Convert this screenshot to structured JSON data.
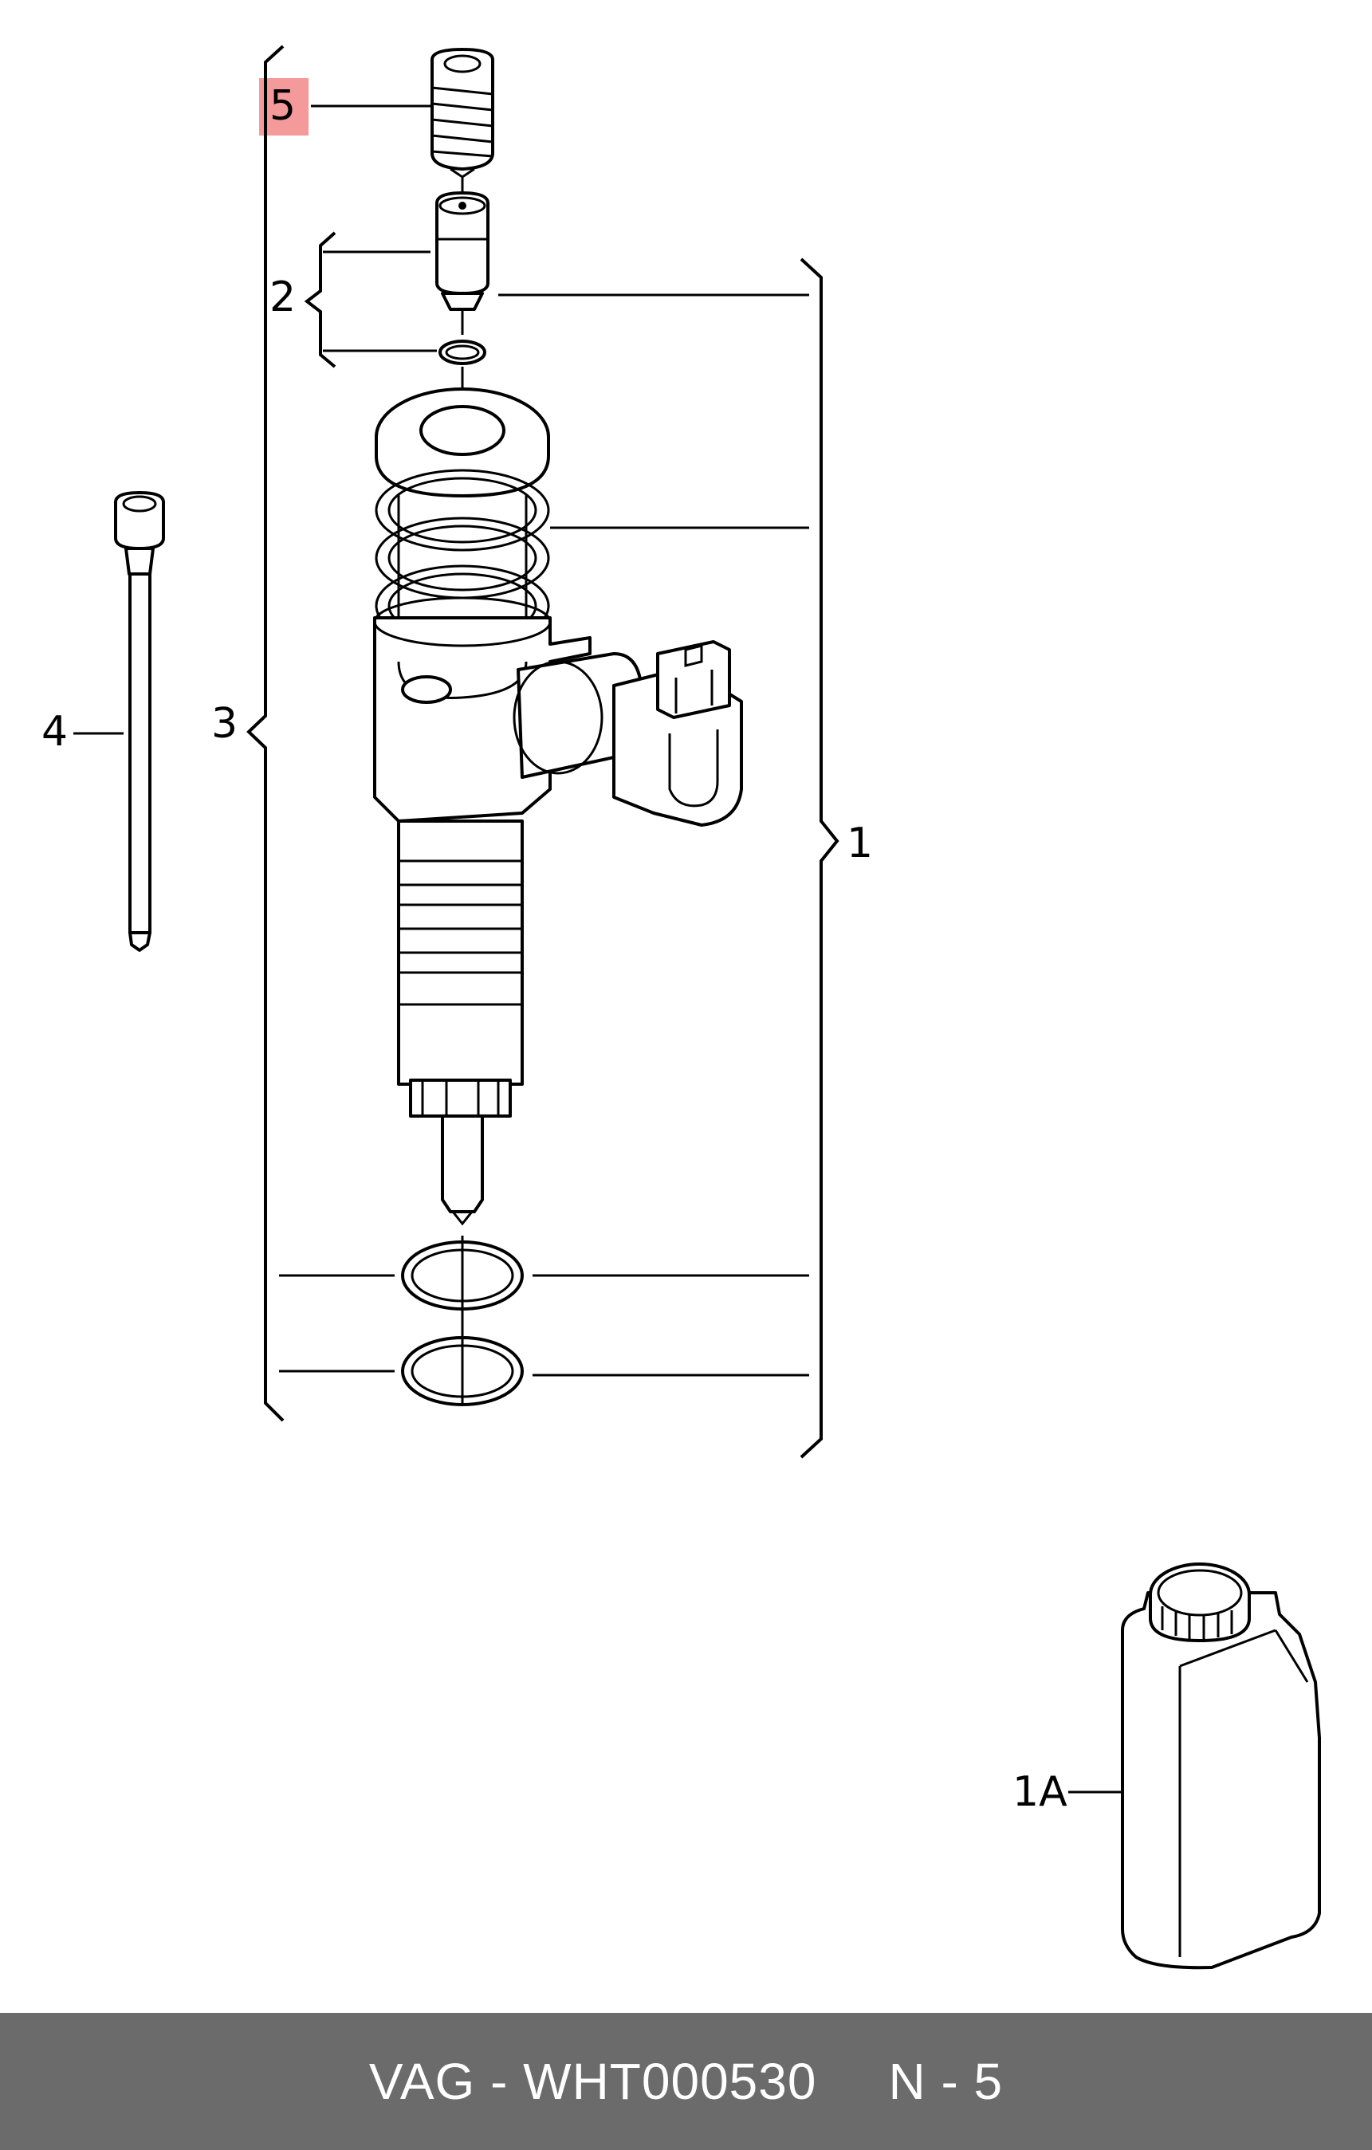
{
  "callouts": {
    "c5": "5",
    "c2": "2",
    "c4": "4",
    "c3": "3",
    "c1": "1",
    "c1a": "1A"
  },
  "highlight": {
    "callout": "5",
    "color": "#f49a9a"
  },
  "footer": {
    "part_label": "VAG - WHT000530",
    "ref_label": "N - 5",
    "background": "#6b6b6b"
  }
}
